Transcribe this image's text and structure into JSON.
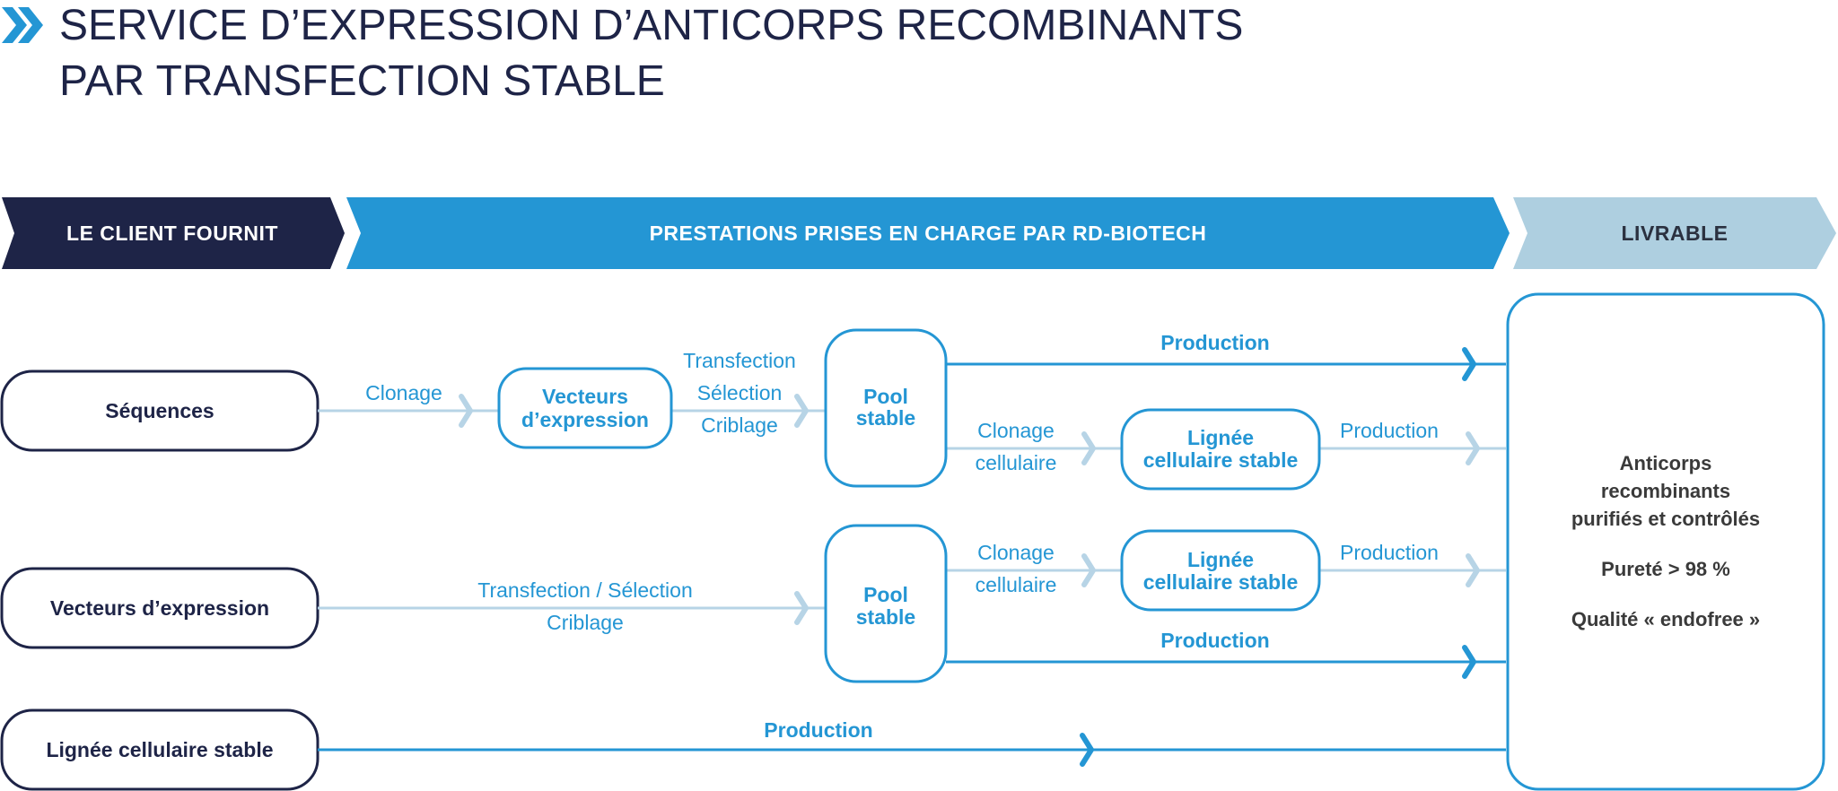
{
  "title": {
    "line1": "SERVICE D’EXPRESSION D’ANTICORPS RECOMBINANTS",
    "line2": "PAR TRANSFECTION STABLE"
  },
  "banners": {
    "client": "LE CLIENT FOURNIT",
    "services": "PRESTATIONS PRISES EN CHARGE PAR RD-BIOTECH",
    "deliverable": "LIVRABLE"
  },
  "inputs": {
    "sequences": "Séquences",
    "vectors": "Vecteurs d’expression",
    "cell_line": "Lignée cellulaire stable"
  },
  "nodes": {
    "vectors_line1": "Vecteurs",
    "vectors_line2": "d’expression",
    "pool_line1": "Pool",
    "pool_line2": "stable",
    "line_line1": "Lignée",
    "line_line2": "cellulaire stable"
  },
  "steps": {
    "clonage": "Clonage",
    "transfection": "Transfection",
    "selection": "Sélection",
    "criblage": "Criblage",
    "clonage_cell_1": "Clonage",
    "cellulaire": "cellulaire",
    "production": "Production",
    "transfection_selection": "Transfection / Sélection"
  },
  "output": {
    "line1": "Anticorps",
    "line2": "recombinants",
    "line3": "purifiés et contrôlés",
    "purity": "Pureté > 98 %",
    "quality": "Qualité « endofree »"
  },
  "colors": {
    "navy": "#1e2447",
    "blue": "#2496d4",
    "light_blue": "#aecfe0",
    "arrow_light": "#b7d4e6"
  }
}
